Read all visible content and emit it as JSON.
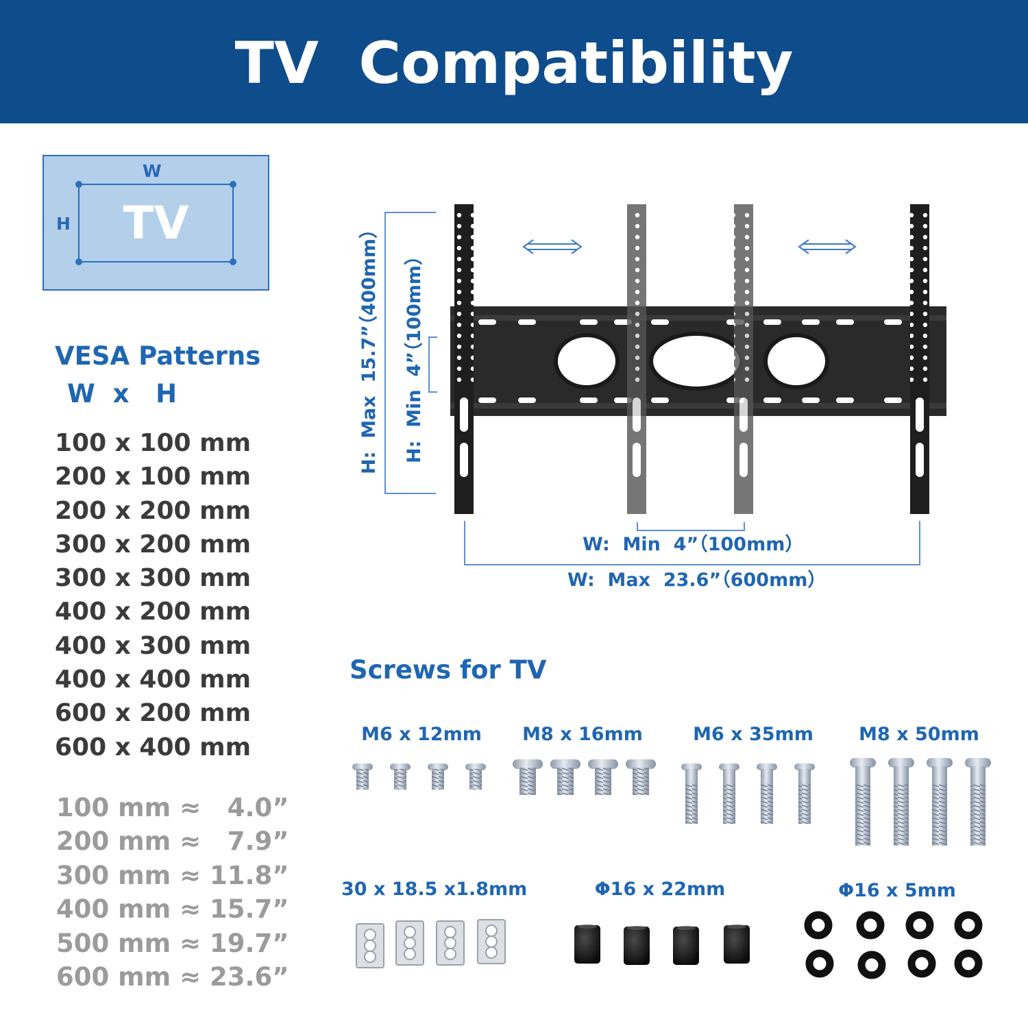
{
  "header": {
    "title": "TV  Compatibility"
  },
  "tv_diagram": {
    "w_label": "W",
    "h_label": "H",
    "tv_label": "TV"
  },
  "vesa": {
    "heading": "VESA Patterns",
    "subheading": "W  x   H",
    "patterns": [
      "100 x 100 mm",
      "200 x 100 mm",
      "200 x 200 mm",
      "300 x 200 mm",
      "300 x 300 mm",
      "400 x 200 mm",
      "400 x 300 mm",
      "400 x 400 mm",
      "600 x 200 mm",
      "600 x 400 mm"
    ],
    "conversions": [
      "100 mm ≈   4.0”",
      "200 mm ≈   7.9”",
      "300 mm ≈ 11.8”",
      "400 mm ≈ 15.7”",
      "500 mm ≈ 19.7”",
      "600 mm ≈ 23.6”"
    ]
  },
  "mount": {
    "h_max": "H:  Max  15.7”（400mm）",
    "h_min": "H:  Min  4”（100mm）",
    "w_min": "W:  Min  4”（100mm）",
    "w_max": "W:  Max  23.6”（600mm）"
  },
  "screws": {
    "heading": "Screws for TV",
    "groups": [
      {
        "label": "M6 x 12mm"
      },
      {
        "label": "M8 x 16mm"
      },
      {
        "label": "M6 x 35mm"
      },
      {
        "label": "M8 x 50mm"
      },
      {
        "label": "30 x 18.5 x1.8mm"
      },
      {
        "label": "Φ16 x 22mm"
      },
      {
        "label": "Φ16 x 5mm"
      }
    ]
  }
}
